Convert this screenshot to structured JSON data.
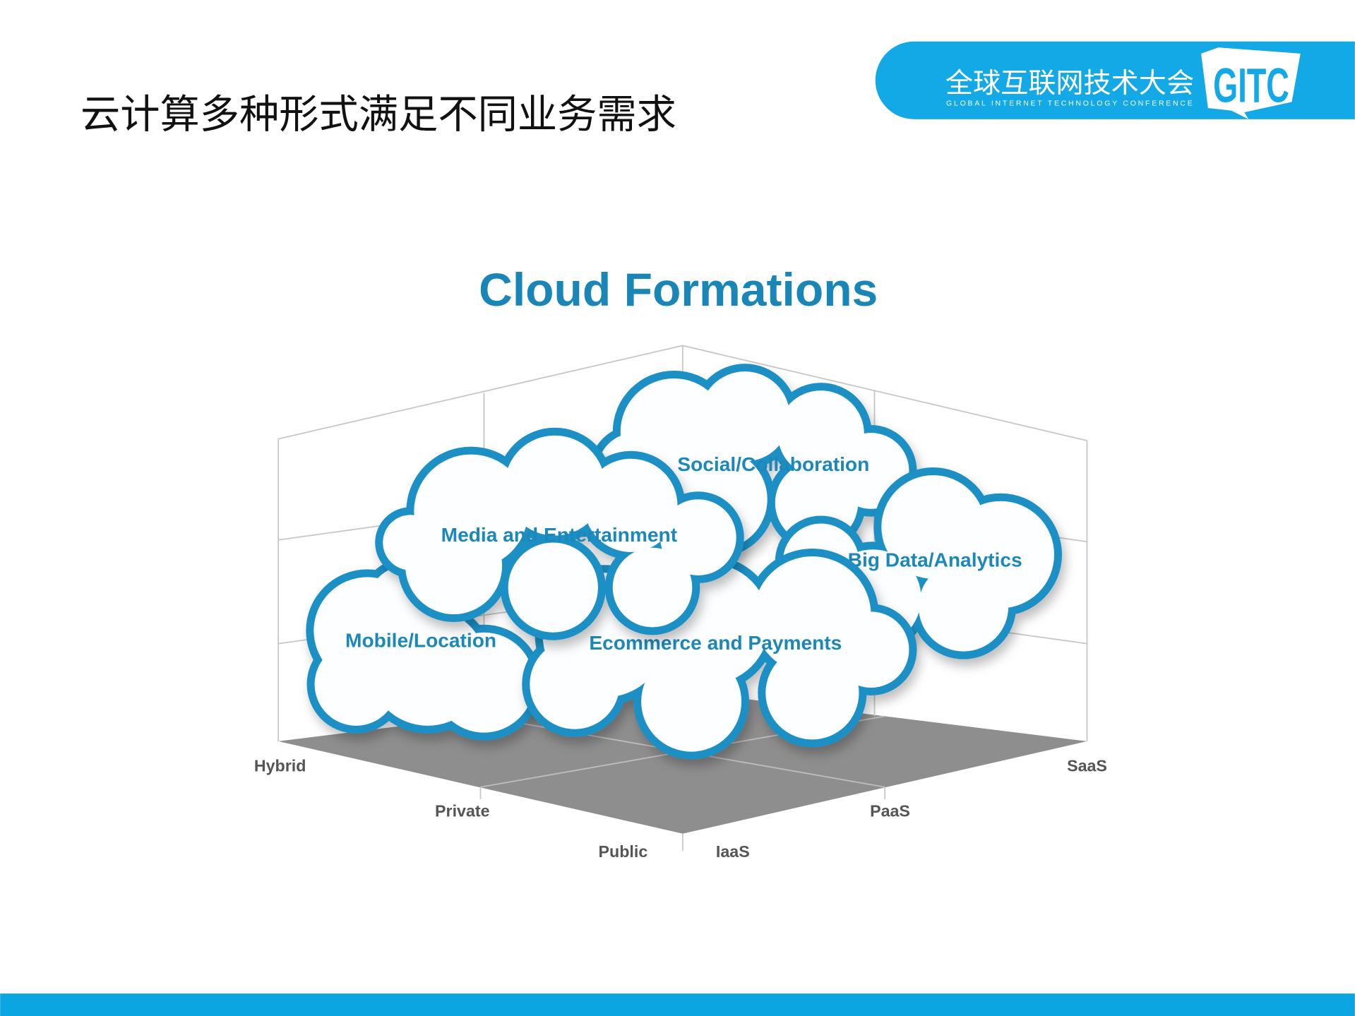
{
  "slide": {
    "title": "云计算多种形式满足不同业务需求"
  },
  "logo": {
    "name_cn": "全球互联网技术大会",
    "name_en": "GLOBAL INTERNET TECHNOLOGY CONFERENCE",
    "badge": "GITC",
    "color": "#12a9e6"
  },
  "figure": {
    "title": "Cloud Formations",
    "deployment_axis": [
      "Hybrid",
      "Private",
      "Public"
    ],
    "service_axis": [
      "IaaS",
      "PaaS",
      "SaaS"
    ],
    "clouds": [
      {
        "label": "Social/Collaboration"
      },
      {
        "label": "Big Data/Analytics"
      },
      {
        "label": "Mobile/Location"
      },
      {
        "label": "Ecommerce and Payments"
      },
      {
        "label": "Media and Entertainment"
      }
    ],
    "cloud_outline_color": "#1c8fc4",
    "floor_color": "#8e8e8e"
  },
  "footer": {
    "bar_color": "#0ba6e2"
  }
}
